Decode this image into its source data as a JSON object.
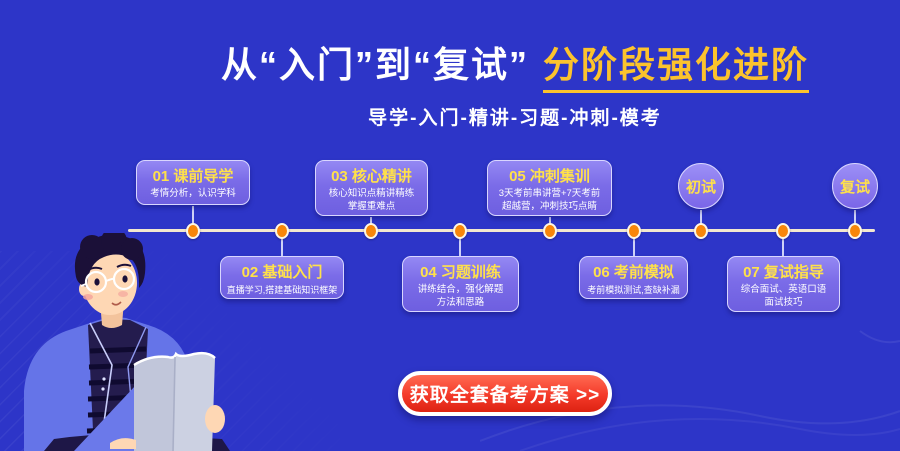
{
  "hero": {
    "title_white": "从“入门”到“复试”",
    "title_highlight": "分阶段强化进阶",
    "subtitle": "导学-入门-精讲-习题-冲刺-模考"
  },
  "timeline": {
    "top_items": [
      {
        "title": "01 课前导学",
        "desc": [
          "考情分析，认识学科"
        ]
      },
      {
        "title": "03 核心精讲",
        "desc": [
          "核心知识点精讲精练",
          "掌握重难点"
        ]
      },
      {
        "title": "05 冲刺集训",
        "desc": [
          "3天考前串讲营+7天考前",
          "超越营，冲刺技巧点睛"
        ]
      }
    ],
    "bottom_items": [
      {
        "title": "02 基础入门",
        "desc": [
          "直播学习,搭建基础知识框架"
        ]
      },
      {
        "title": "04 习题训练",
        "desc": [
          "讲练结合，强化解题",
          "方法和思路"
        ]
      },
      {
        "title": "06 考前模拟",
        "desc": [
          "考前模拟测试,查缺补漏"
        ]
      },
      {
        "title": "07 复试指导",
        "desc": [
          "综合面试、英语口语",
          "面试技巧"
        ]
      }
    ],
    "badges": [
      {
        "label": "初试"
      },
      {
        "label": "复试"
      }
    ]
  },
  "cta": {
    "label": "获取全套备考方案 >>"
  },
  "colors": {
    "background": "#2d35c8",
    "highlight_yellow": "#fcc32d",
    "card_title_yellow": "#ffe14a",
    "timeline_dot_orange": "#f8860a",
    "button_red": "#f43a29"
  }
}
